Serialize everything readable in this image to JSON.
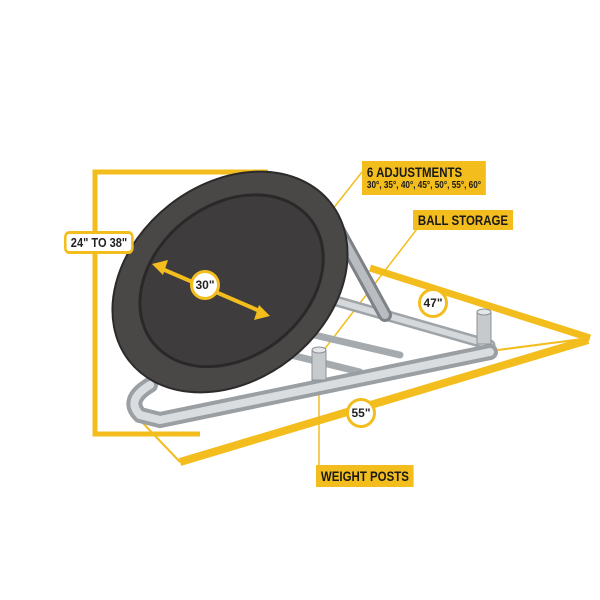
{
  "product": {
    "name": "rebounder",
    "frame_color": "#c4c8cc",
    "mat_color": "#3a3838",
    "accent_color": "#f2bd1d"
  },
  "callouts": {
    "adjustments": {
      "title": "6 ADJUSTMENTS",
      "angles": "30°, 35°, 40°, 45°, 50°, 55°, 60°"
    },
    "ball_storage": {
      "title": "BALL STORAGE"
    },
    "weight_posts": {
      "title": "WEIGHT POSTS"
    }
  },
  "dimensions": {
    "height": "24\" TO 38\"",
    "diameter": "30\"",
    "depth": "47\"",
    "width": "55\""
  }
}
